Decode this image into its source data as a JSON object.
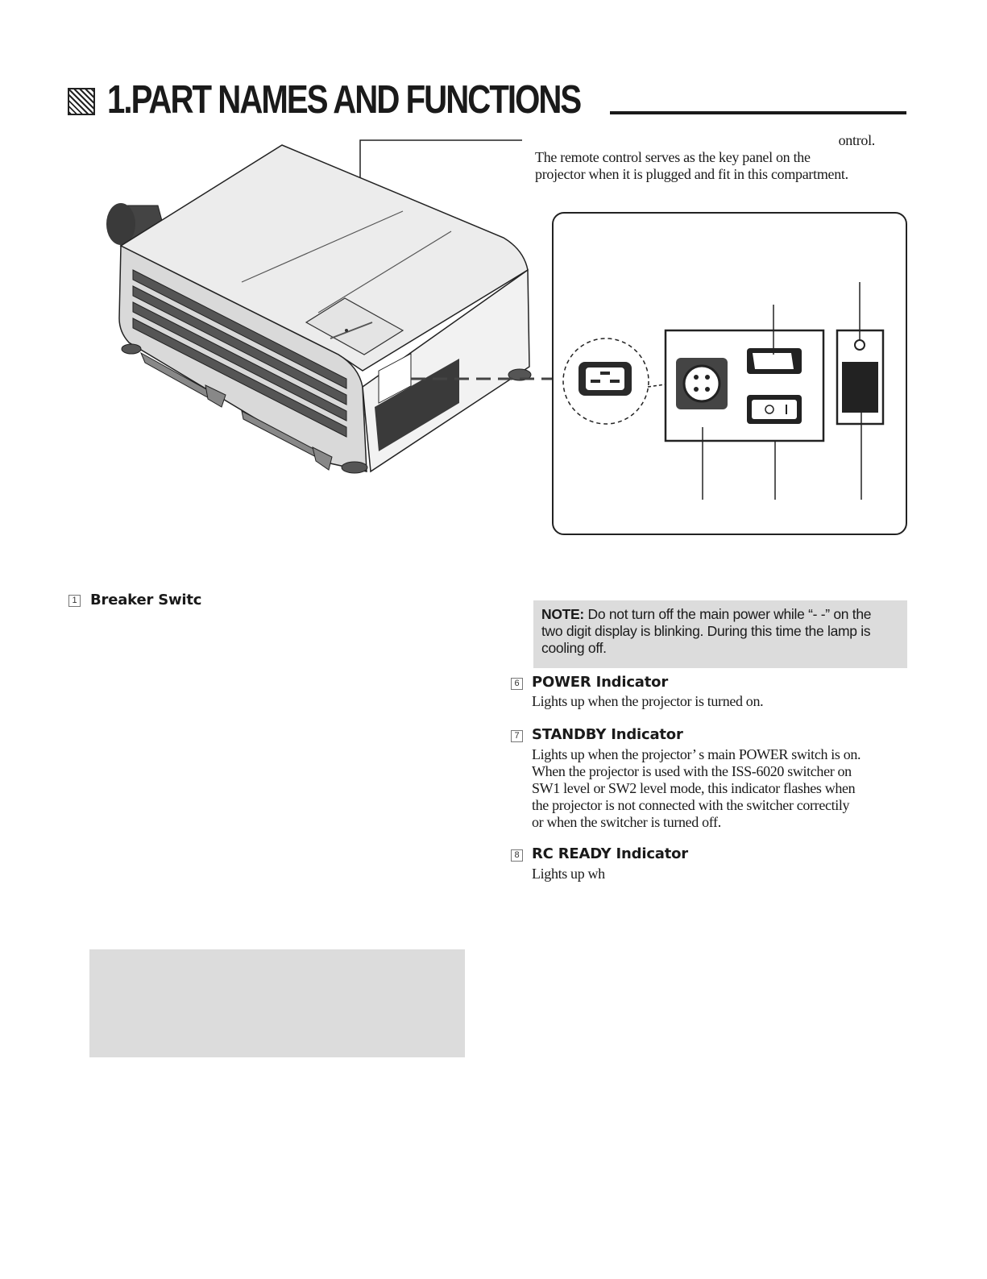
{
  "section": {
    "title": "1.PART NAMES AND FUNCTIONS"
  },
  "intro": {
    "fragment": "ontrol.",
    "lines": [
      "The remote control serves as the key panel on the",
      "projector when it is plugged and fit in this compartment."
    ]
  },
  "items": [
    {
      "num": "1",
      "title": "Breaker Switc",
      "desc": []
    },
    {
      "num": "6",
      "title": "POWER Indicator",
      "desc": [
        "Lights up when the projector is turned on."
      ]
    },
    {
      "num": "7",
      "title": "STANDBY Indicator",
      "desc": [
        "Lights up when the projector’ s main POWER switch is on.",
        "When the projector is used with the ISS-6020 switcher on",
        "SW1 level or SW2 level mode, this indicator flashes when",
        "the projector is not connected with the switcher correctily",
        "or when the switcher is turned off."
      ]
    },
    {
      "num": "8",
      "title": "RC READY Indicator",
      "desc": [
        "Lights up wh"
      ]
    }
  ],
  "note": {
    "label": "NOTE:",
    "lines": [
      " Do not turn off the main power while “- -” on the",
      "two digit display is blinking. During this time the lamp is",
      "cooling off."
    ]
  },
  "colors": {
    "shade": "#dcdcdc",
    "ink": "#1a1a1a"
  }
}
